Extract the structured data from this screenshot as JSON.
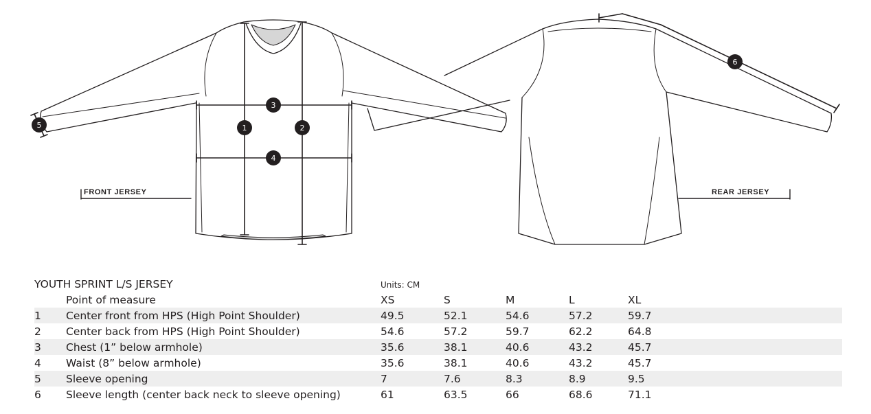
{
  "diagram": {
    "front_label": "FRONT JERSEY",
    "rear_label": "REAR JERSEY",
    "markers": [
      "1",
      "2",
      "3",
      "4",
      "5",
      "6"
    ]
  },
  "table": {
    "title": "YOUTH SPRINT L/S JERSEY",
    "units": "Units: CM",
    "header_label": "Point of measure",
    "sizes": [
      "XS",
      "S",
      "M",
      "L",
      "XL"
    ],
    "rows": [
      {
        "id": "1",
        "name": "Center front from HPS (High Point Shoulder)",
        "values": [
          "49.5",
          "52.1",
          "54.6",
          "57.2",
          "59.7"
        ]
      },
      {
        "id": "2",
        "name": "Center back from HPS (High Point Shoulder)",
        "values": [
          "54.6",
          "57.2",
          "59.7",
          "62.2",
          "64.8"
        ]
      },
      {
        "id": "3",
        "name": "Chest (1” below armhole)",
        "values": [
          "35.6",
          "38.1",
          "40.6",
          "43.2",
          "45.7"
        ]
      },
      {
        "id": "4",
        "name": "Waist (8” below armhole)",
        "values": [
          "35.6",
          "38.1",
          "40.6",
          "43.2",
          "45.7"
        ]
      },
      {
        "id": "5",
        "name": "Sleeve opening",
        "values": [
          "7",
          "7.6",
          "8.3",
          "8.9",
          "9.5"
        ]
      },
      {
        "id": "6",
        "name": "Sleeve length (center back neck to sleeve opening)",
        "values": [
          "61",
          "63.5",
          "66",
          "68.6",
          "71.1"
        ]
      }
    ]
  }
}
